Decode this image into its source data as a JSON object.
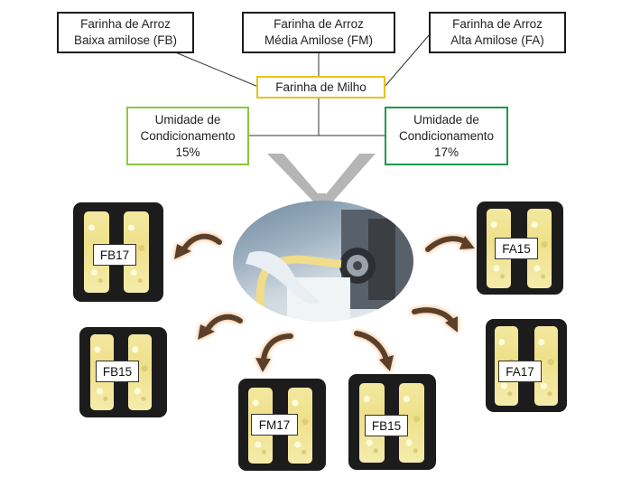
{
  "top_boxes": {
    "fb": {
      "line1": "Farinha de Arroz",
      "line2": "Baixa amilose (FB)"
    },
    "fm": {
      "line1": "Farinha de Arroz",
      "line2": "Média Amilose (FM)"
    },
    "fa": {
      "line1": "Farinha de Arroz",
      "line2": "Alta Amilose (FA)"
    }
  },
  "center_box": {
    "label": "Farinha de Milho"
  },
  "moisture": {
    "left": {
      "line1": "Umidade de",
      "line2": "Condicionamento",
      "line3": "15%"
    },
    "right": {
      "line1": "Umidade de",
      "line2": "Condicionamento",
      "line3": "17%"
    }
  },
  "samples": {
    "s1": {
      "label": "FB17"
    },
    "s2": {
      "label": "FB15"
    },
    "s3": {
      "label": "FM17"
    },
    "s4": {
      "label": "FB15"
    },
    "s5": {
      "label": "FA15"
    },
    "s6": {
      "label": "FA17"
    }
  },
  "colors": {
    "box_border": "#1a1a1a",
    "milho_border": "#e6c31b",
    "moisture_15_border": "#8cc63f",
    "moisture_17_border": "#1e9a4a",
    "arrow": "#5a4029",
    "arrow_glow": "#f6c79a",
    "funnel": "#b5b5b5"
  }
}
